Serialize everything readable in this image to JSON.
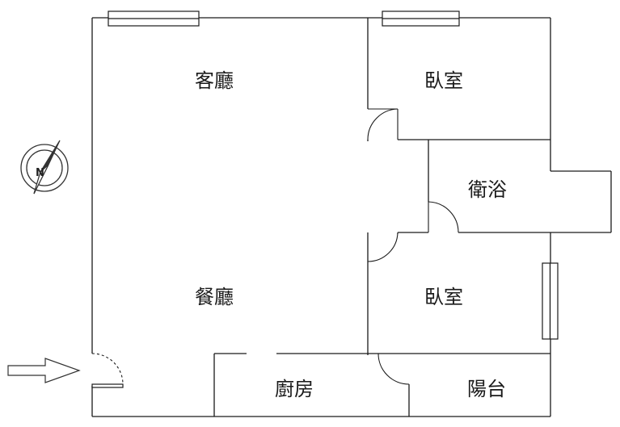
{
  "rooms": {
    "living_room": "客廳",
    "bedroom_upper": "臥室",
    "bathroom": "衛浴",
    "dining_room": "餐廳",
    "bedroom_lower": "臥室",
    "kitchen": "廚房",
    "balcony": "陽台"
  },
  "compass": {
    "north_label": "N",
    "icon": "compass-rose-icon"
  },
  "entrance": {
    "icon": "entrance-arrow-icon"
  }
}
